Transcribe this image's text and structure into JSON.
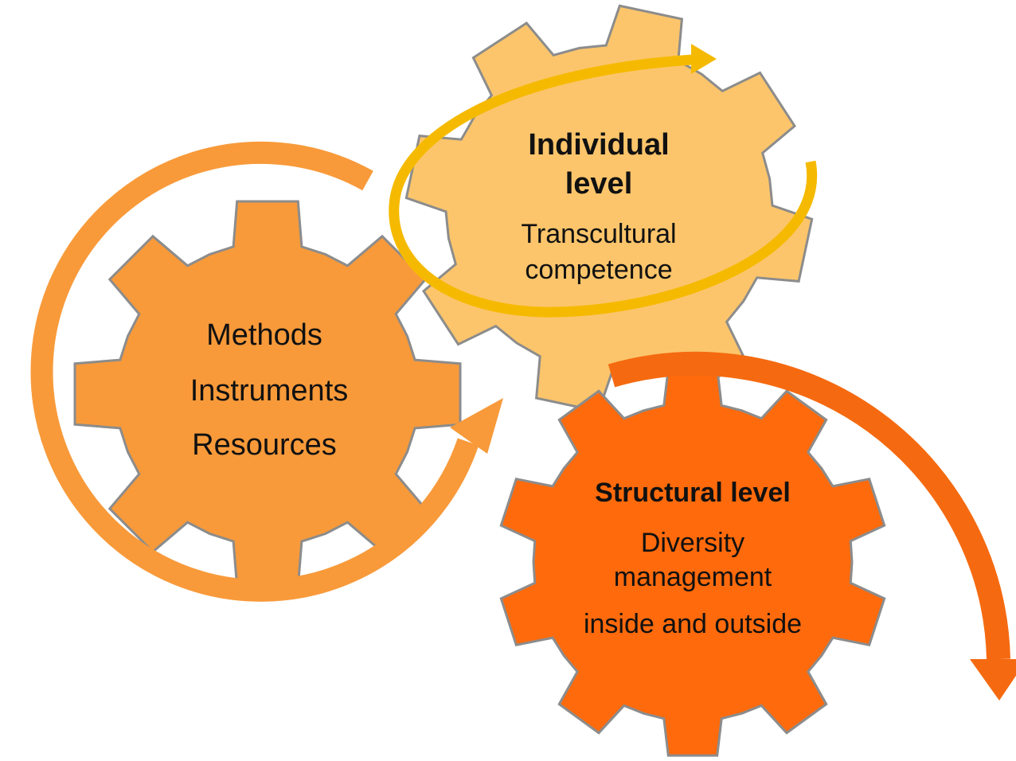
{
  "gears": {
    "individual": {
      "title_line1": "Individual",
      "title_line2": "level",
      "sub_line1": "Transcultural",
      "sub_line2": "competence"
    },
    "methods": {
      "line1": "Methods",
      "line2": "Instruments",
      "line3": "Resources"
    },
    "structural": {
      "title": "Structural level",
      "sub_line1": "Diversity",
      "sub_line2": "management",
      "sub_line3": "inside and outside"
    }
  },
  "colors": {
    "individual_gear": "#FCC56B",
    "methods_gear": "#F89A3A",
    "structural_gear": "#FF6A0C",
    "gear_outline": "#8C8C8C",
    "yellow_arrow": "#F5BA00",
    "light_orange_arrow": "#F89A3A",
    "dark_orange_arrow": "#F56A10"
  }
}
